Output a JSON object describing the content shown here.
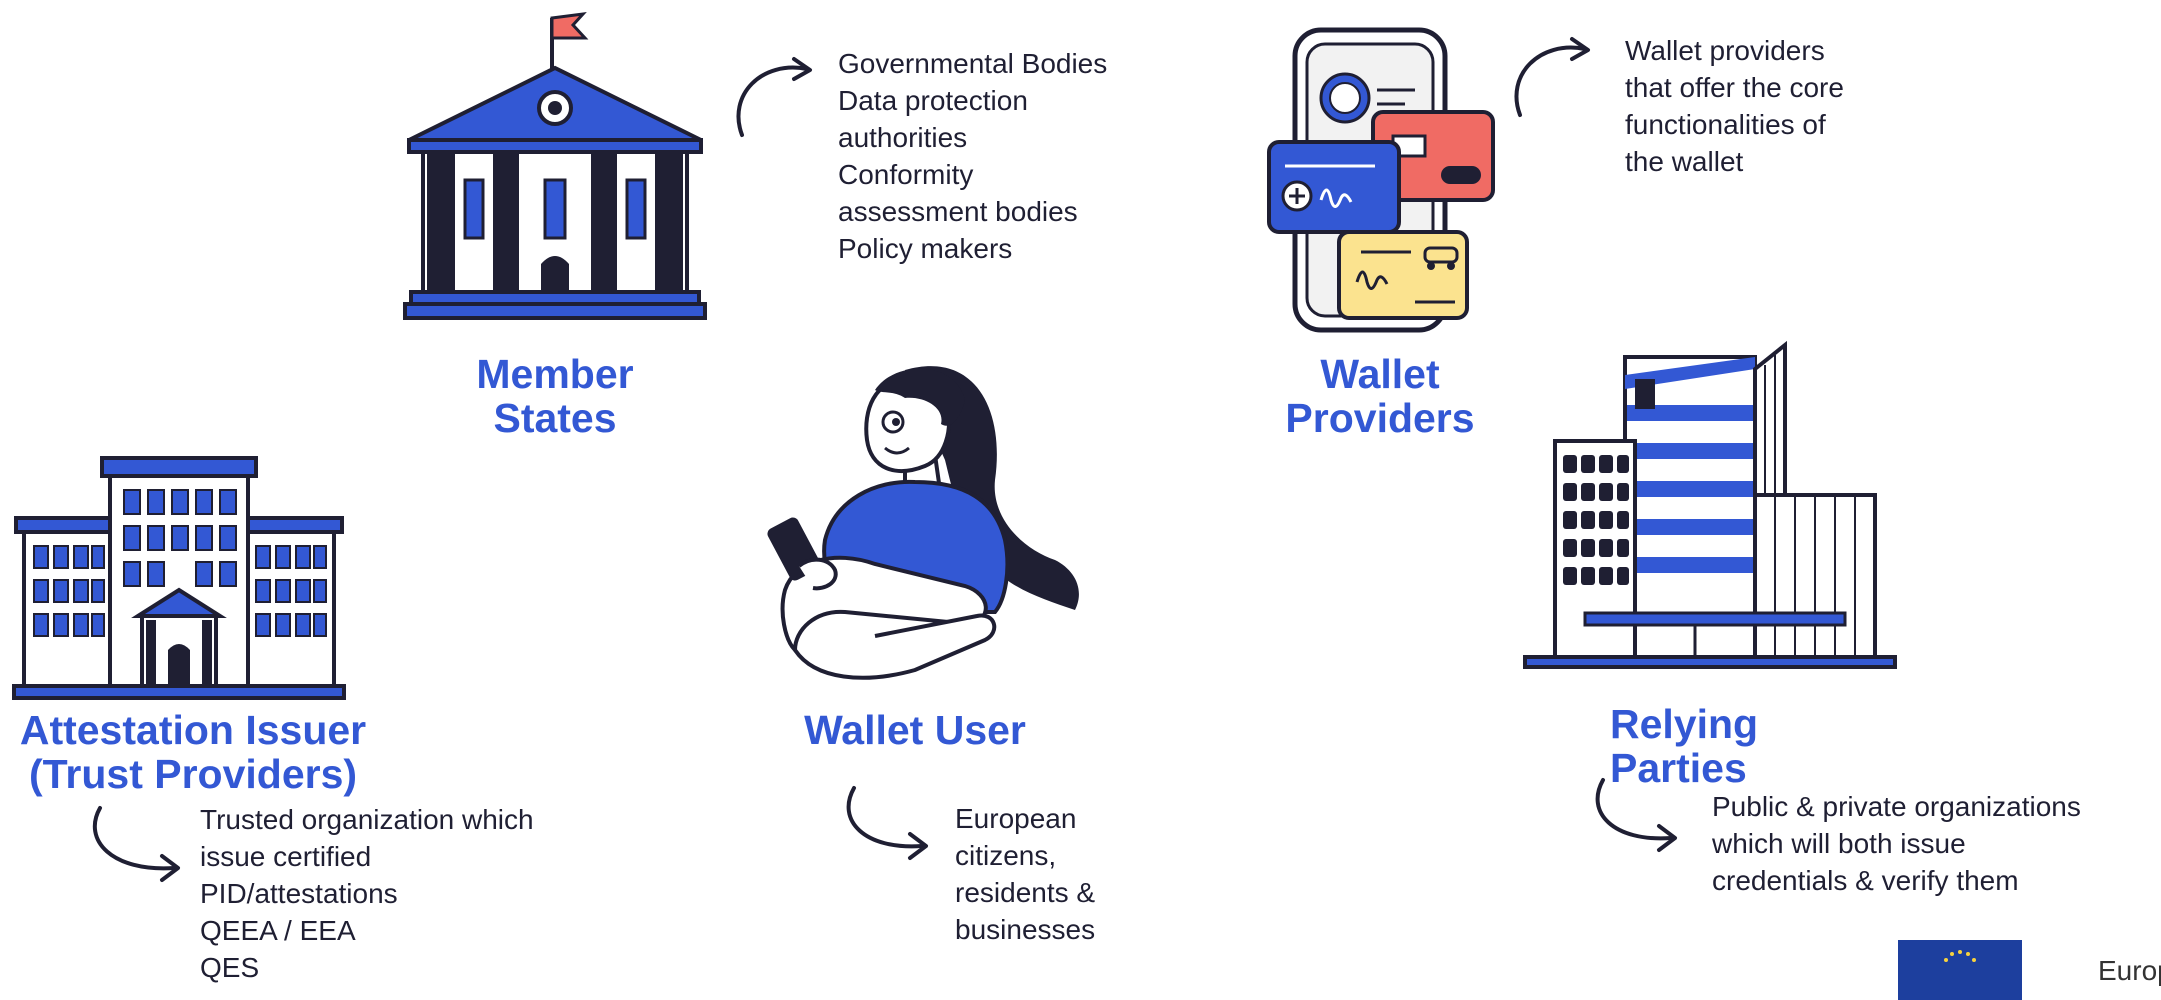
{
  "member_states": {
    "title": [
      "Member",
      "States"
    ],
    "lines": [
      "Governmental Bodies",
      "Data protection",
      "authorities",
      "Conformity",
      "assessment bodies",
      "Policy makers"
    ]
  },
  "wallet_providers": {
    "title": [
      "Wallet",
      "Providers"
    ],
    "lines": [
      "Wallet providers",
      "that offer the core",
      "functionalities of",
      "the wallet"
    ]
  },
  "attestation_issuer": {
    "title": [
      "Attestation Issuer",
      "(Trust Providers)"
    ],
    "lines": [
      "Trusted organization which",
      "issue certified",
      "PID/attestations",
      "QEEA / EEA",
      "QES"
    ]
  },
  "wallet_user": {
    "title": "Wallet User",
    "lines": [
      "European",
      "citizens,",
      "residents &",
      "businesses"
    ]
  },
  "relying_parties": {
    "title": [
      "Relying",
      "Parties"
    ],
    "lines": [
      "Public & private organizations",
      "which will both issue",
      "credentials & verify them"
    ]
  },
  "footer": {
    "logo_text": "Europ"
  },
  "colors": {
    "accent": "#3358d4",
    "dark": "#1f1f33",
    "red": "#f06b64",
    "yellow": "#fbe38f"
  }
}
